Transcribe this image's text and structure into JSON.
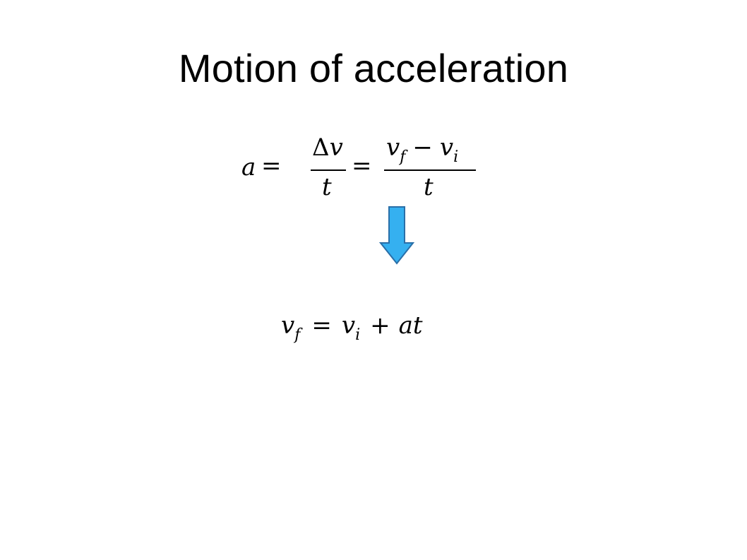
{
  "slide": {
    "title": "Motion of acceleration",
    "equation_1": {
      "lhs": "a",
      "equals_1": "=",
      "frac1_numerator_delta": "Δ",
      "frac1_numerator_var": "v",
      "frac1_denominator": "t",
      "equals_2": "=",
      "frac2_num_v1": "v",
      "frac2_num_sub1": "f",
      "frac2_num_minus": "−",
      "frac2_num_v2": "v",
      "frac2_num_sub2": "i",
      "frac2_denominator": "t"
    },
    "equation_2": {
      "v1": "v",
      "sub1": "f",
      "equals": "=",
      "v2": "v",
      "sub2": "i",
      "plus": "+",
      "term": "at"
    },
    "arrow": {
      "direction": "down",
      "fill_color": "#35b0f0",
      "stroke_color": "#2a6fa8"
    }
  }
}
